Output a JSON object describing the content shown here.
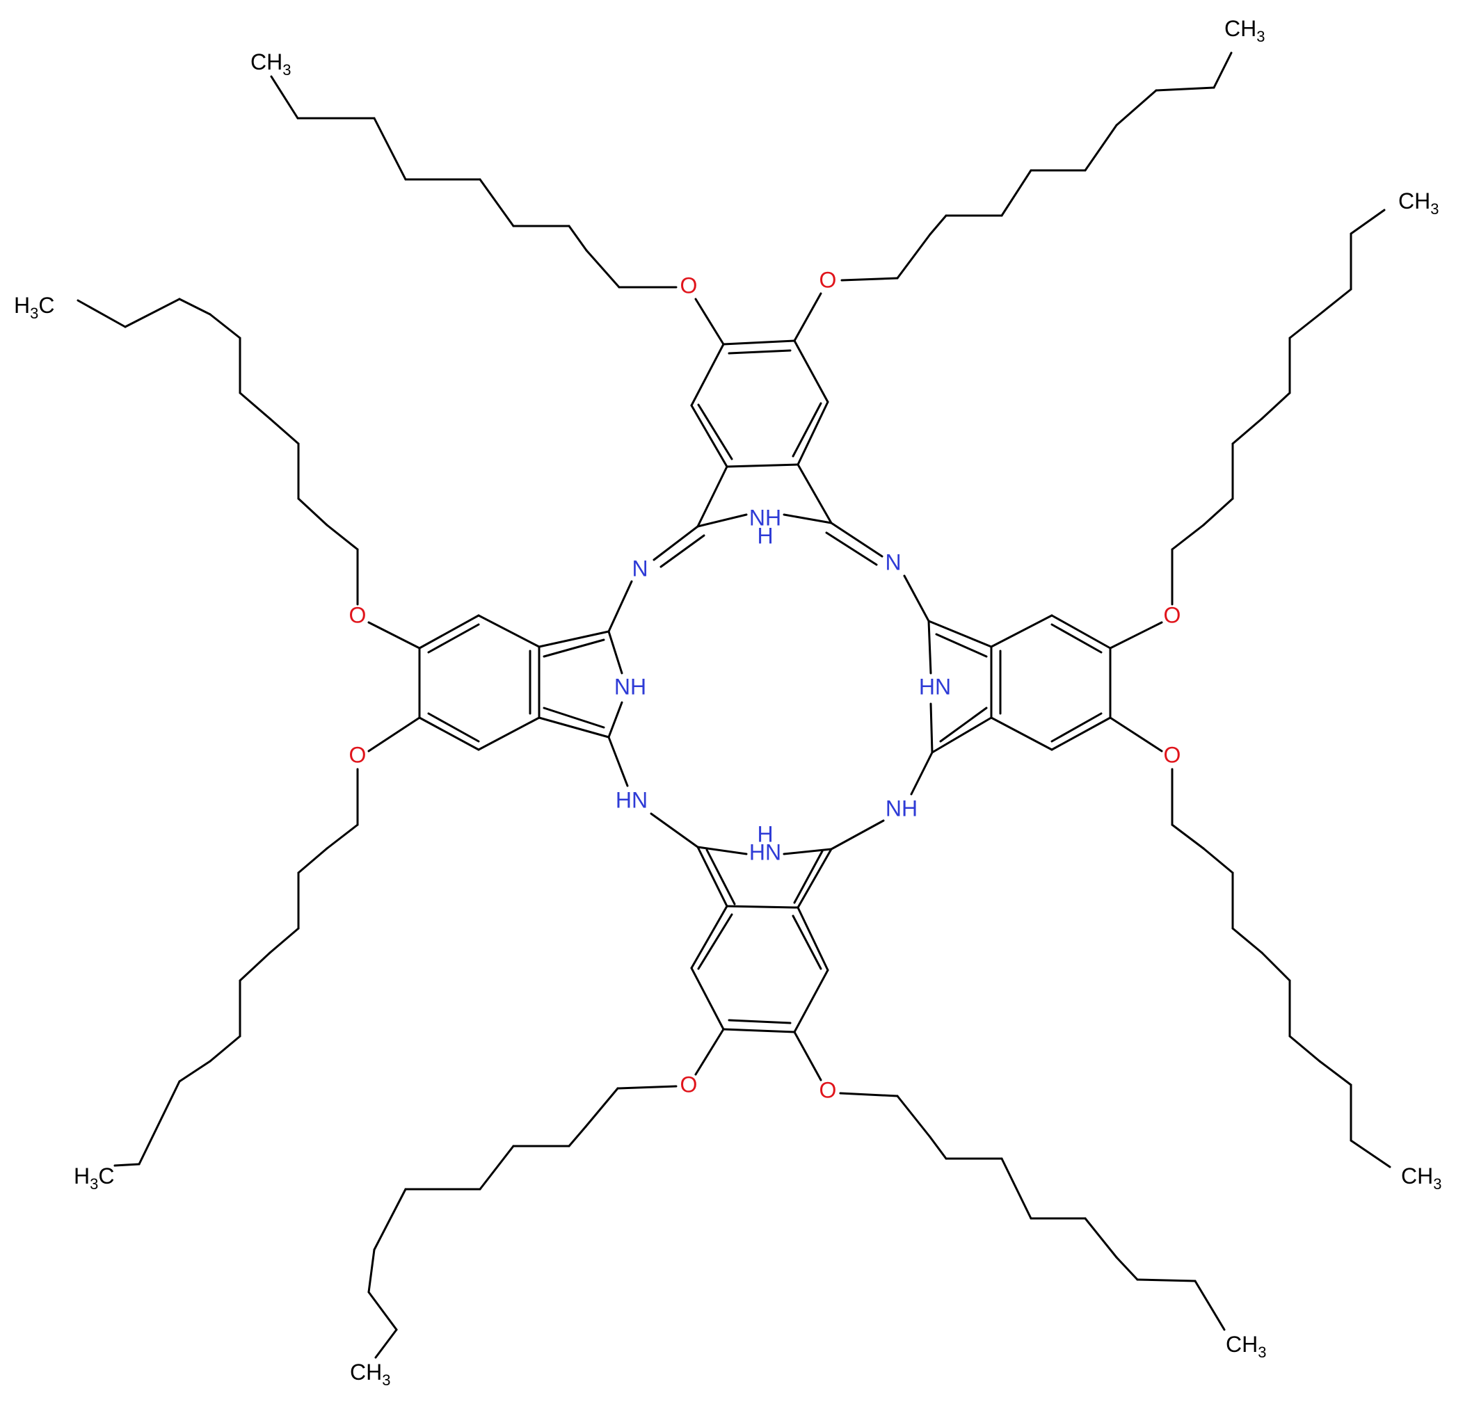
{
  "molecule": {
    "colors": {
      "bond": "#000000",
      "nitrogen": "#2e3bd6",
      "oxygen": "#e0141b",
      "carbon": "#000000"
    },
    "atom_labels": {
      "nh_top": "NH",
      "n_upper_left": "N",
      "n_upper_right": "N",
      "nh_left": "NH",
      "hn_right": "HN",
      "hn_lower_left": "HN",
      "nh_lower_right": "NH",
      "hn_bottom": "HN",
      "o_top_left": "O",
      "o_top_right": "O",
      "o_left_upper": "O",
      "o_left_lower": "O",
      "o_right_upper": "O",
      "o_right_lower": "O",
      "o_bottom_left": "O",
      "o_bottom_right": "O"
    },
    "terminal_groups": {
      "ch3_main": "CH",
      "ch3_sub": "3",
      "h3c_pre": "H",
      "h3c_sub": "3",
      "h3c_post": "C"
    }
  }
}
